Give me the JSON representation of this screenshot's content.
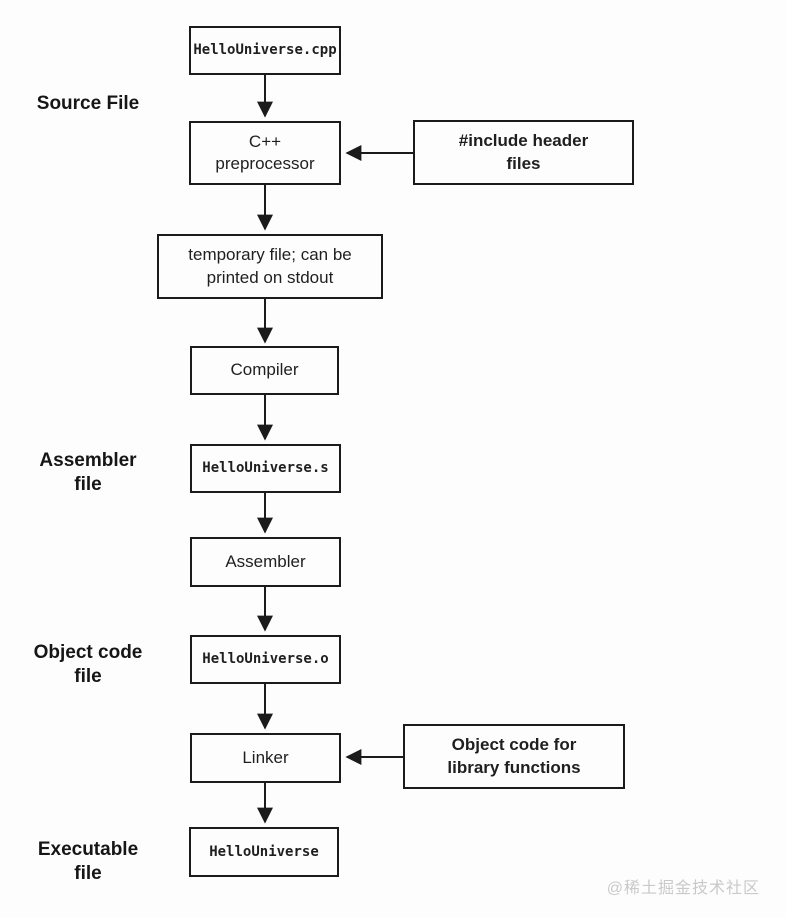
{
  "diagram": {
    "stage_labels": {
      "source": "Source File",
      "assembler": "Assembler\nfile",
      "object": "Object code\nfile",
      "executable": "Executable\nfile"
    },
    "nodes": {
      "source_file": "HelloUniverse.cpp",
      "preprocessor": "C++\npreprocessor",
      "include_headers": "#include header\nfiles",
      "temp_file": "temporary file; can be\nprinted on stdout",
      "compiler": "Compiler",
      "assembly_file": "HelloUniverse.s",
      "assembler": "Assembler",
      "object_file": "HelloUniverse.o",
      "linker": "Linker",
      "library_object_code": "Object code for\nlibrary functions",
      "executable": "HelloUniverse"
    },
    "watermark": "@稀土掘金技术社区",
    "colors": {
      "line": "#1b1b1b",
      "box_border": "#1b1b1b",
      "background": "#fdfdfd",
      "watermark": "#c9c9c9"
    }
  }
}
